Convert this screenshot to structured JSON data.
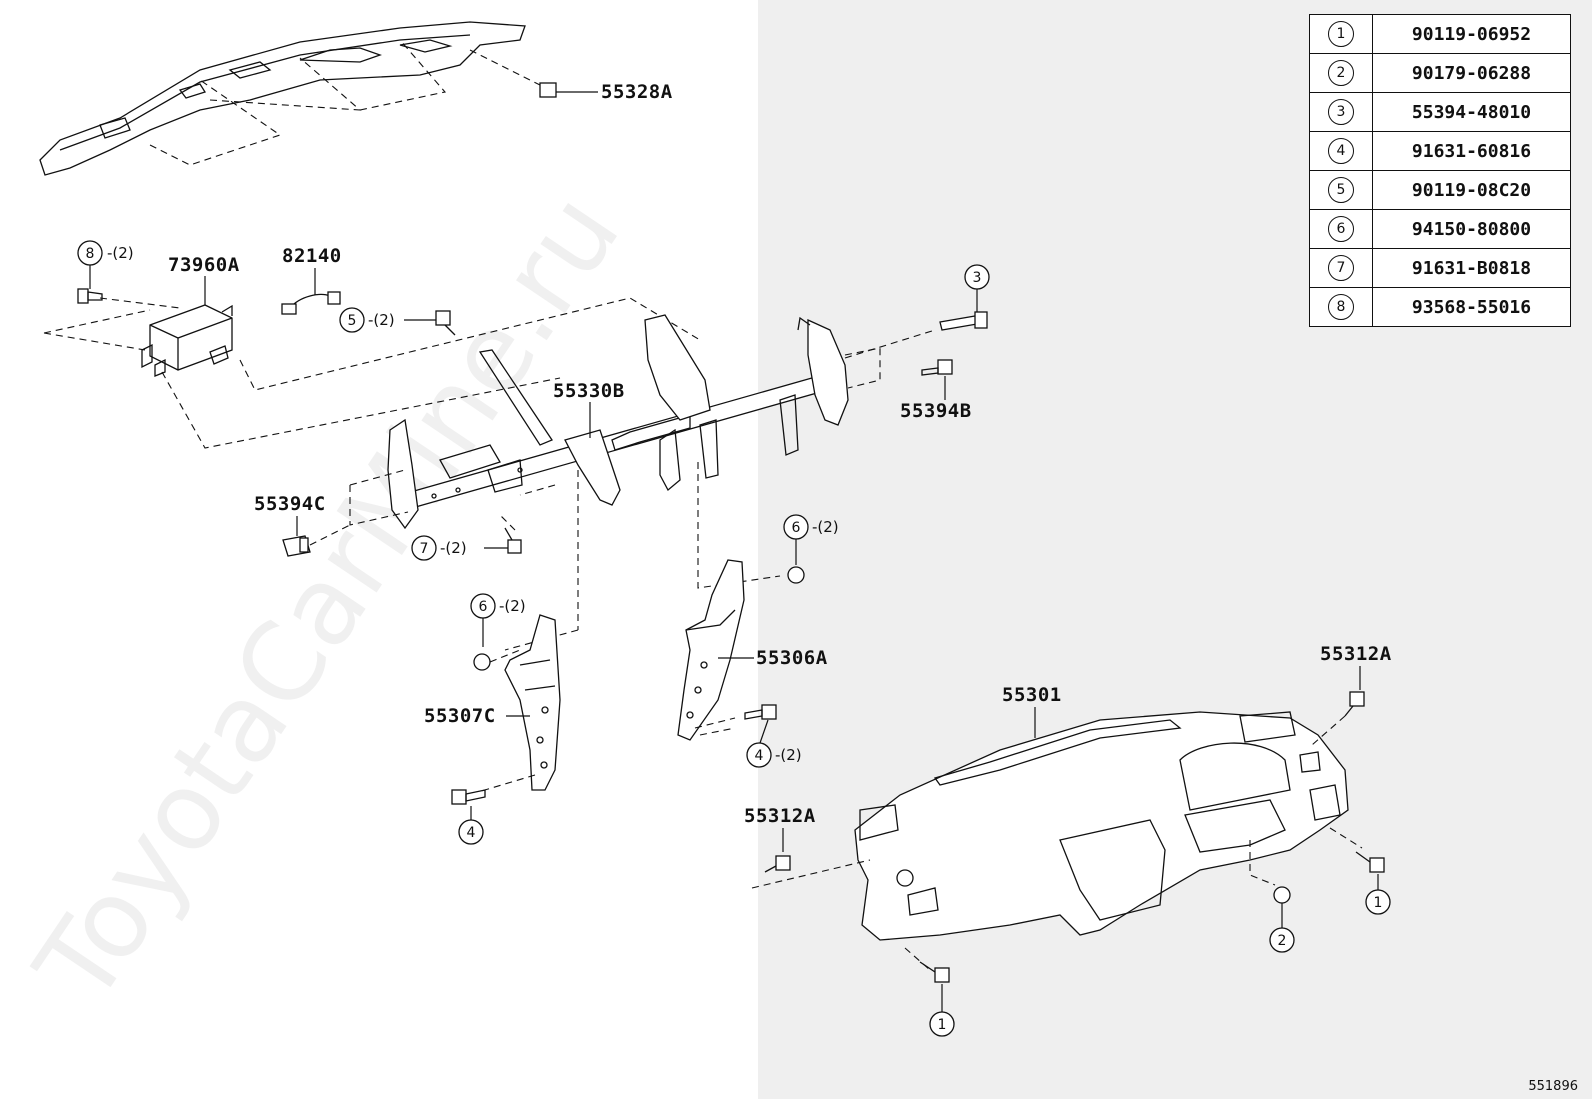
{
  "legend": [
    {
      "ref": "1",
      "part_number": "90119-06952"
    },
    {
      "ref": "2",
      "part_number": "90179-06288"
    },
    {
      "ref": "3",
      "part_number": "55394-48010"
    },
    {
      "ref": "4",
      "part_number": "91631-60816"
    },
    {
      "ref": "5",
      "part_number": "90119-08C20"
    },
    {
      "ref": "6",
      "part_number": "94150-80800"
    },
    {
      "ref": "7",
      "part_number": "91631-B0818"
    },
    {
      "ref": "8",
      "part_number": "93568-55016"
    }
  ],
  "labels": {
    "p55328A": "55328A",
    "p73960A": "73960A",
    "p82140": "82140",
    "p55330B": "55330B",
    "p55394B": "55394B",
    "p55394C": "55394C",
    "p55306A": "55306A",
    "p55307C": "55307C",
    "p55301": "55301",
    "p55312A_right": "55312A",
    "p55312A_left": "55312A"
  },
  "callouts": {
    "c8": {
      "num": "8",
      "qty": "-(2)"
    },
    "c5": {
      "num": "5",
      "qty": "-(2)"
    },
    "c3": {
      "num": "3"
    },
    "c7": {
      "num": "7",
      "qty": "-(2)"
    },
    "c6a": {
      "num": "6",
      "qty": "-(2)"
    },
    "c6b": {
      "num": "6",
      "qty": "-(2)"
    },
    "c4a": {
      "num": "4",
      "qty": "-(2)"
    },
    "c4b": {
      "num": "4"
    },
    "c1a": {
      "num": "1"
    },
    "c1b": {
      "num": "1"
    },
    "c2": {
      "num": "2"
    }
  },
  "watermark": "ToyotaCarMine.ru",
  "diagram_code": "551896"
}
